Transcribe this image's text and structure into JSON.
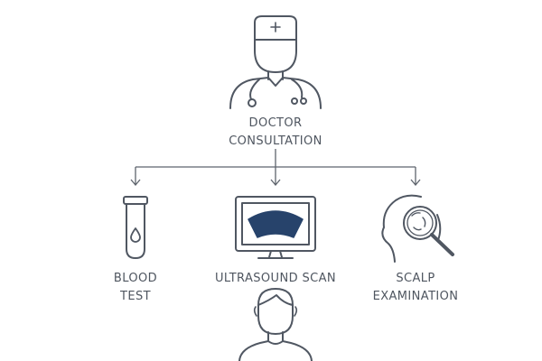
{
  "nodes": {
    "doctor": {
      "lines": [
        "DOCTOR",
        "CONSULTATION"
      ],
      "icon": "doctor-icon"
    },
    "blood_test": {
      "lines": [
        "BLOOD",
        "TEST"
      ],
      "icon": "test-tube-icon"
    },
    "ultrasound": {
      "lines": [
        "ULTRASOUND SCAN"
      ],
      "icon": "ultrasound-monitor-icon"
    },
    "scalp": {
      "lines": [
        "SCALP",
        "EXAMINATION"
      ],
      "icon": "scalp-magnifier-icon"
    },
    "patient": {
      "icon": "patient-icon"
    }
  },
  "colors": {
    "line": "#505762",
    "scan": "#27436b"
  }
}
